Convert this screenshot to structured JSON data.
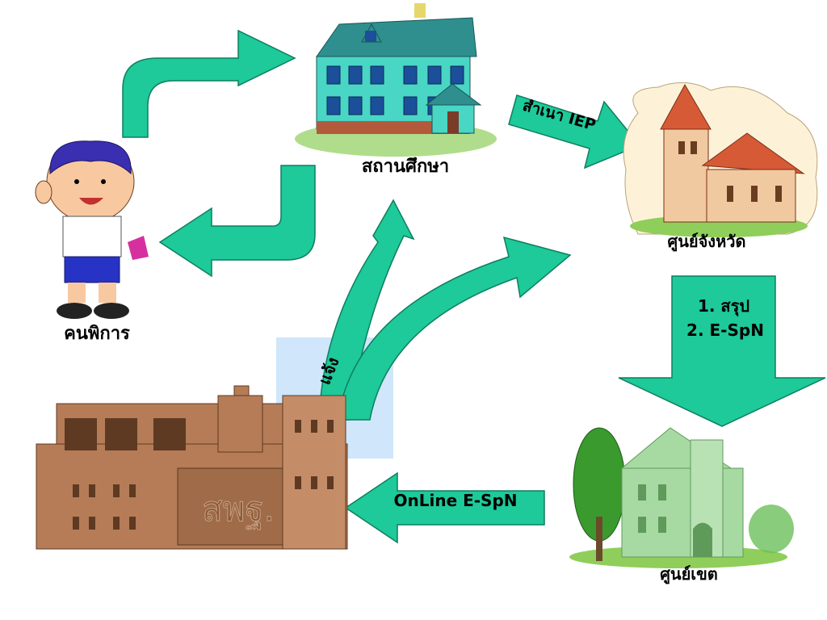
{
  "labels": {
    "school": "สถานศึกษา",
    "disabled_person": "คนพิการ",
    "provincial_center": "ศูนย์จังหวัด",
    "regional_center": "ศูนย์เขต",
    "office_emblem": "สพฐ."
  },
  "arrows": {
    "copy_iep": "สำเนา IEP",
    "summary": "1. สรุป",
    "espn": "2. E-SpN",
    "online_espn": "OnLine E-SpN",
    "notify": "แจ้ง"
  },
  "colors": {
    "arrow": "#1ec99a",
    "arrow_stroke": "#0d7f5e",
    "school_wall": "#49d6c4",
    "school_roof": "#2f8f8f",
    "castle": "#b57c57",
    "church_roof": "#d65a36",
    "church_wall": "#f1c9a0",
    "cathedral": "#a7d9a3"
  }
}
